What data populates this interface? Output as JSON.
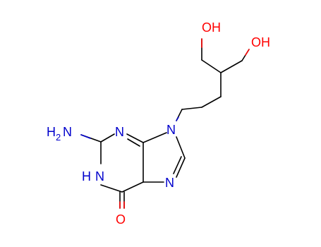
{
  "colors": {
    "carbon": "#000000",
    "nitrogen": "#0000cc",
    "oxygen": "#ff0000",
    "background": "#ffffff"
  },
  "atoms": {
    "oh_left": "OH",
    "oh_right": "OH",
    "n9": "N",
    "n3": "N",
    "n7": "N",
    "n1_letter": "N",
    "n1_h": "H",
    "nh2_letters": "H",
    "nh2_n": "N",
    "nh2_sub": "2",
    "o6": "O"
  }
}
